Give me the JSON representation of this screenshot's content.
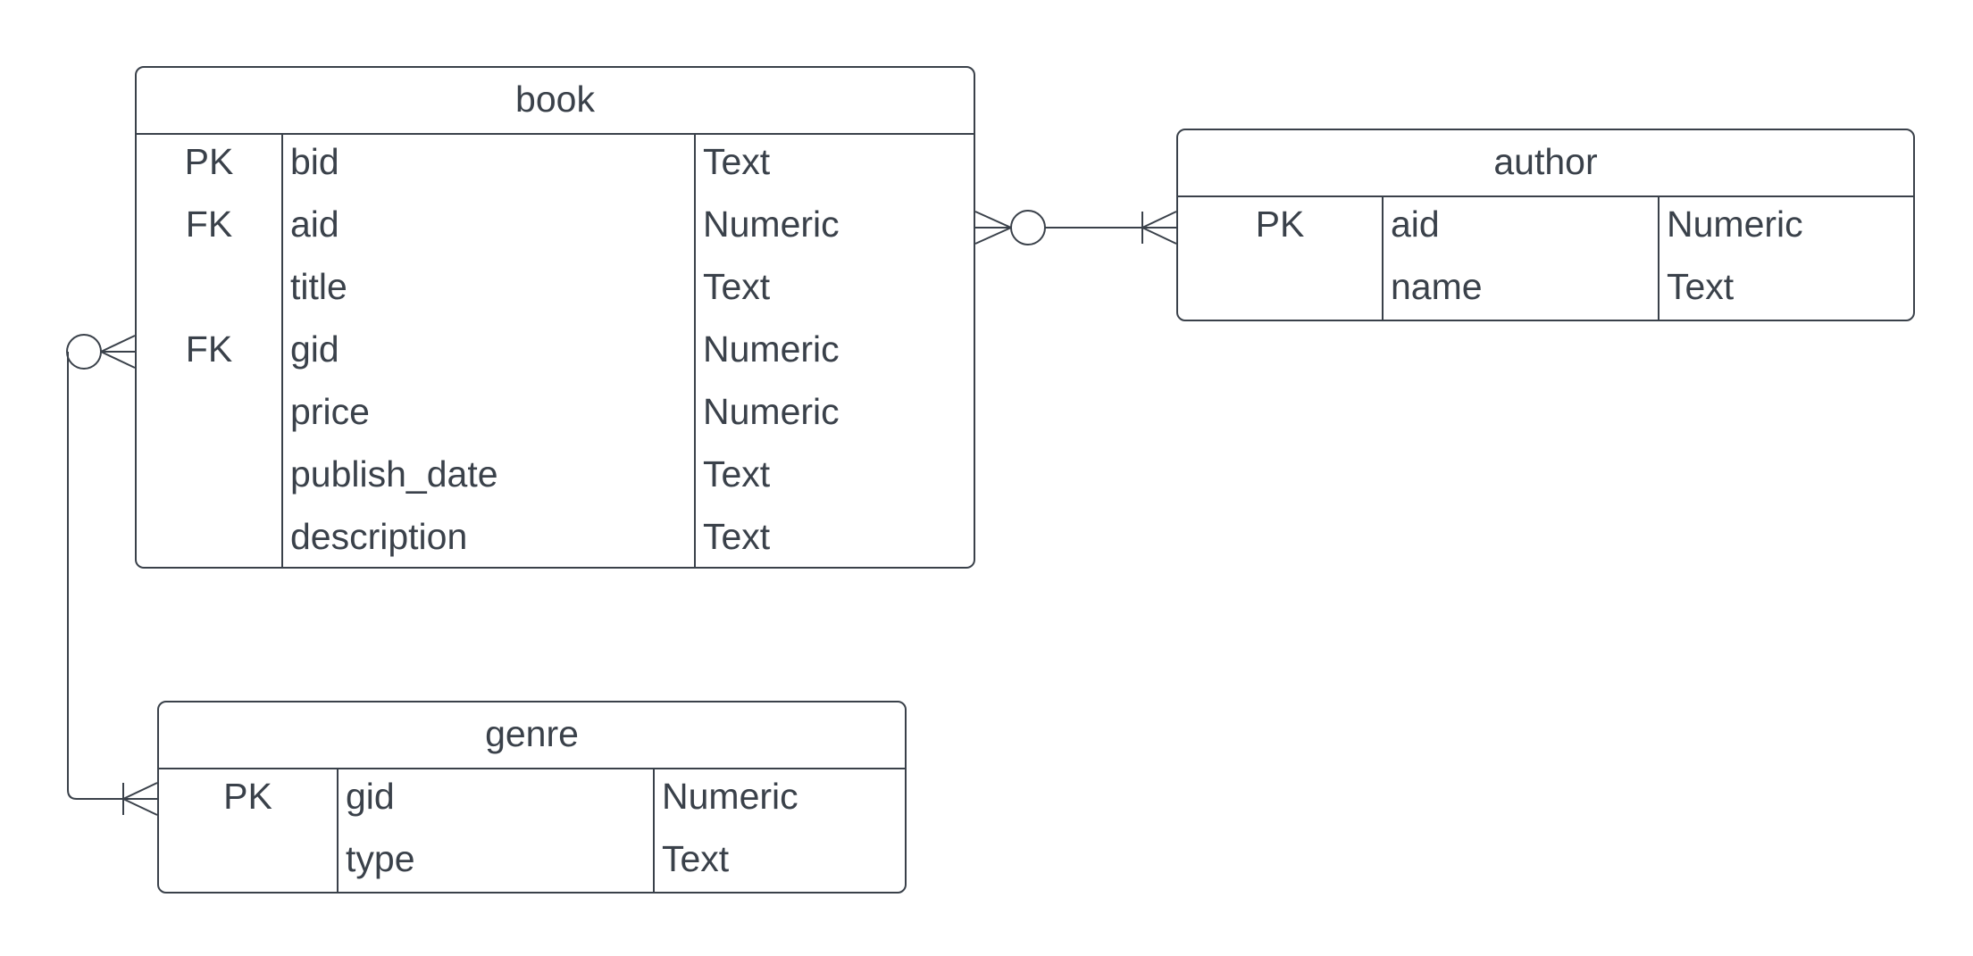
{
  "tables": {
    "book": {
      "name": "book",
      "rows": [
        {
          "key": "PK",
          "field": "bid",
          "type": "Text"
        },
        {
          "key": "FK",
          "field": "aid",
          "type": "Numeric"
        },
        {
          "key": "",
          "field": "title",
          "type": "Text"
        },
        {
          "key": "FK",
          "field": "gid",
          "type": "Numeric"
        },
        {
          "key": "",
          "field": "price",
          "type": "Numeric"
        },
        {
          "key": "",
          "field": "publish_date",
          "type": "Text"
        },
        {
          "key": "",
          "field": "description",
          "type": "Text"
        }
      ]
    },
    "author": {
      "name": "author",
      "rows": [
        {
          "key": "PK",
          "field": "aid",
          "type": "Numeric"
        },
        {
          "key": "",
          "field": "name",
          "type": "Text"
        }
      ]
    },
    "genre": {
      "name": "genre",
      "rows": [
        {
          "key": "PK",
          "field": "gid",
          "type": "Numeric"
        },
        {
          "key": "",
          "field": "type",
          "type": "Text"
        }
      ]
    }
  },
  "relationships": [
    {
      "from": "book.aid",
      "to": "author.aid",
      "from_cardinality": "zero-or-many",
      "to_cardinality": "one-or-many"
    },
    {
      "from": "book.gid",
      "to": "genre.gid",
      "from_cardinality": "zero-or-many",
      "to_cardinality": "one-or-many"
    }
  ],
  "colors": {
    "stroke": "#3a414a",
    "background": "#ffffff"
  }
}
